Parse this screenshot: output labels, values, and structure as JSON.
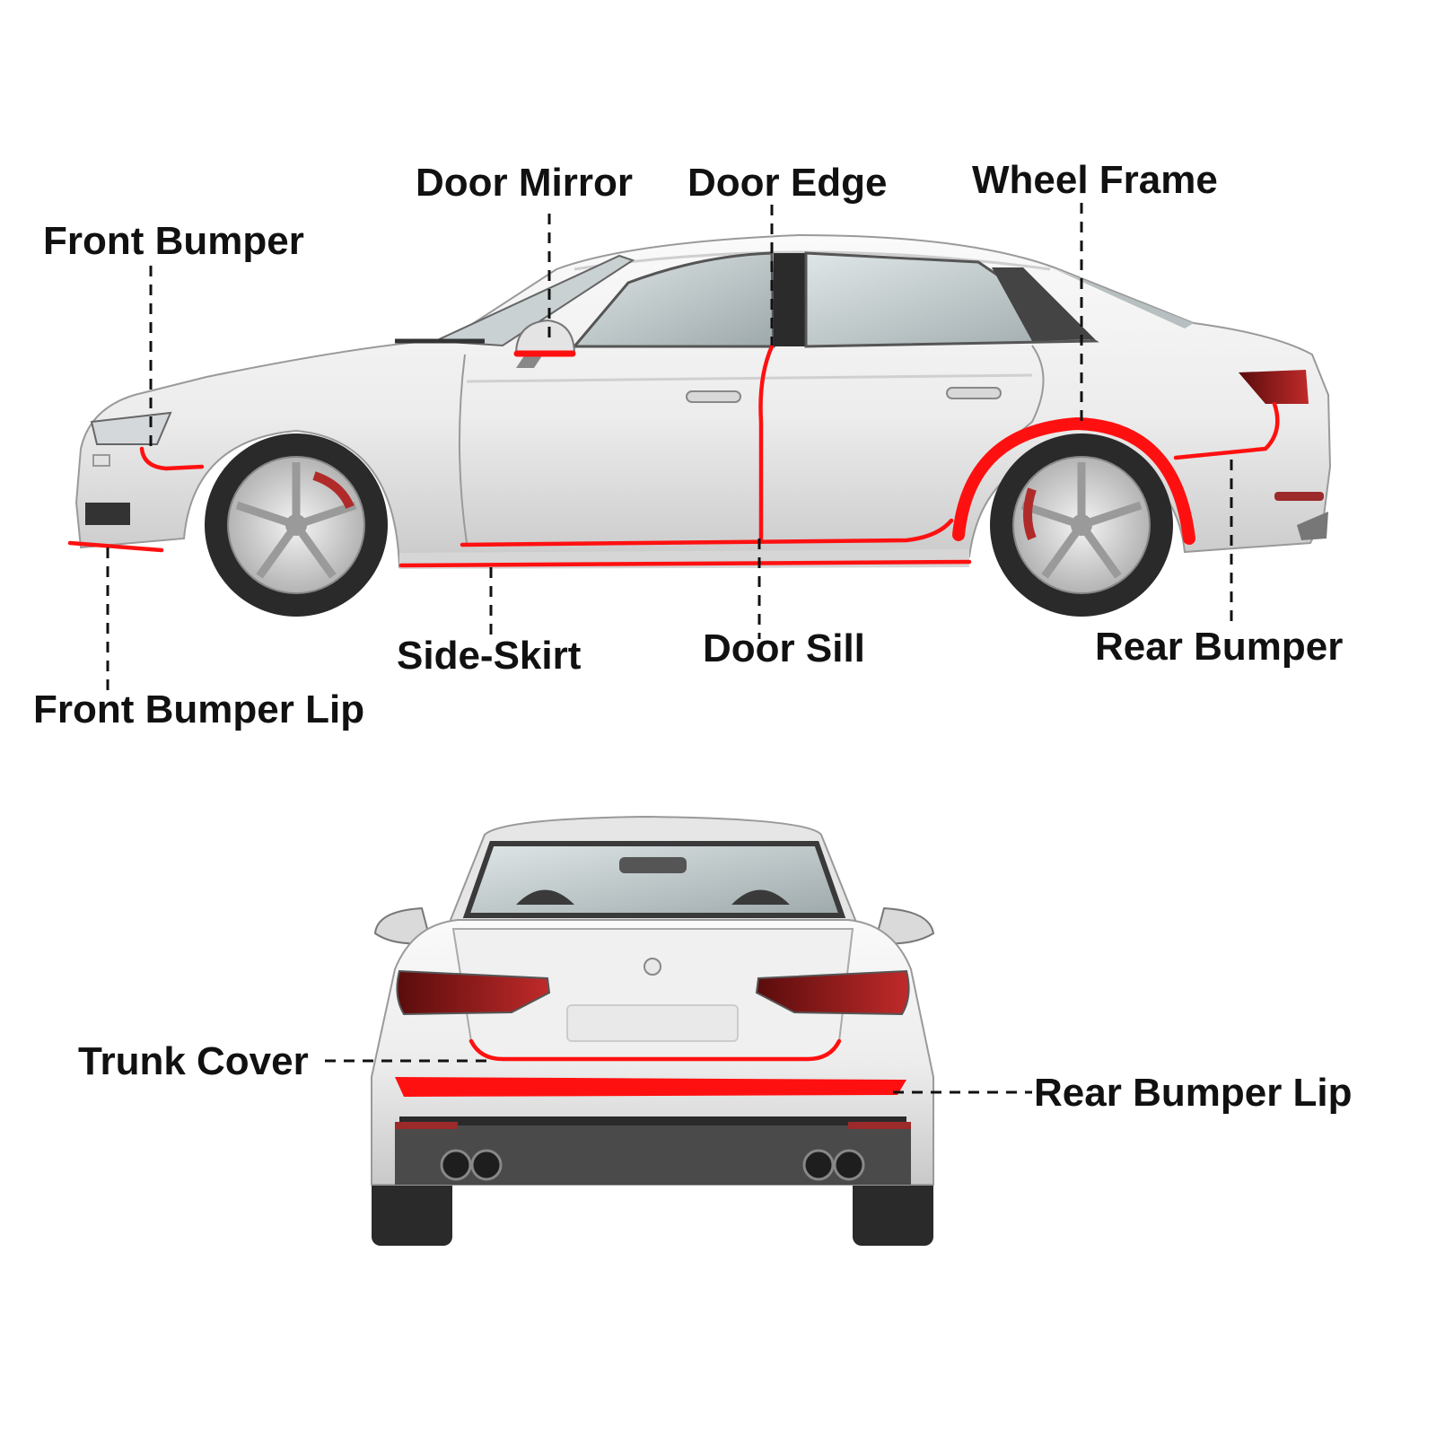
{
  "colors": {
    "trim": "#ff1010",
    "body": "#e9e9e9",
    "glass": "#c8d0d2",
    "tire": "#2a2a2a",
    "text": "#111111"
  },
  "labels": {
    "front_bumper": "Front Bumper",
    "door_mirror": "Door Mirror",
    "door_edge": "Door Edge",
    "wheel_frame": "Wheel Frame",
    "side_skirt": "Side-Skirt",
    "door_sill": "Door Sill",
    "rear_bumper": "Rear Bumper",
    "front_bumper_lip": "Front Bumper Lip",
    "trunk_cover": "Trunk Cover",
    "rear_bumper_lip": "Rear Bumper Lip"
  }
}
